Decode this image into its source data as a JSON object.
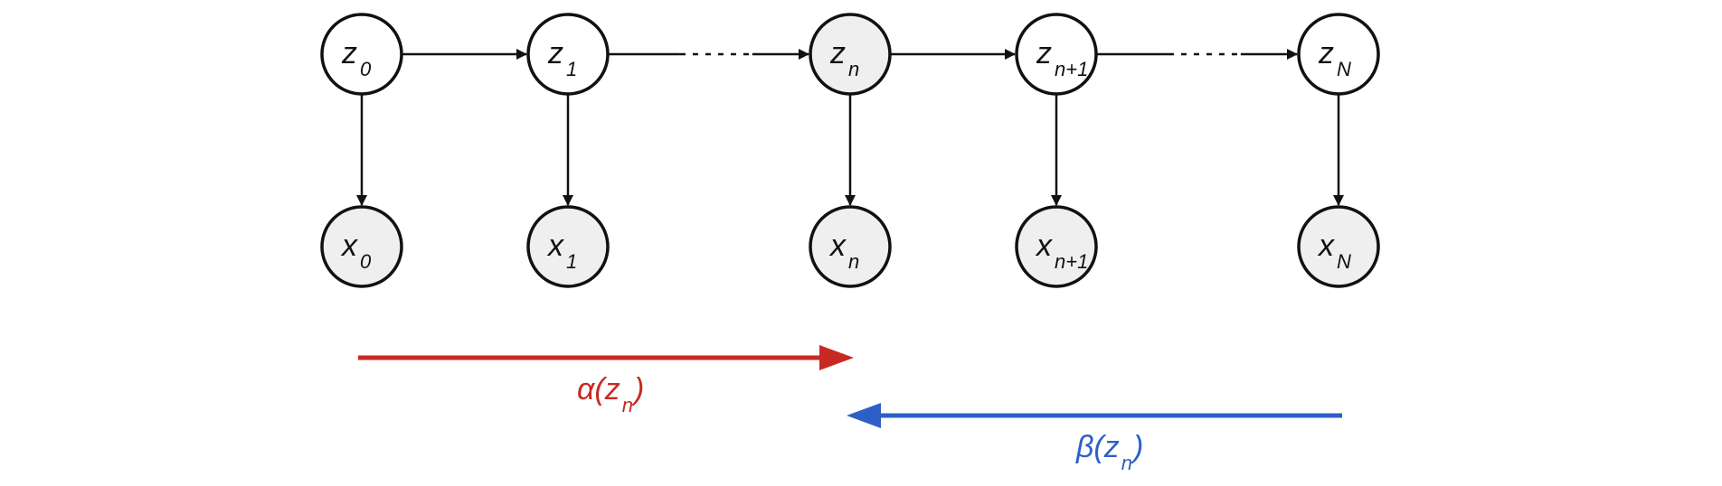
{
  "colors": {
    "node_stroke": "#111111",
    "latent_fill": "#ffffff",
    "latent_observed_fill": "#efefef",
    "observed_fill": "#efefef",
    "edge": "#111111",
    "forward": "#c62a22",
    "backward": "#2c5fc7"
  },
  "latent_nodes": [
    {
      "var": "z",
      "sub": "0",
      "shaded": false
    },
    {
      "var": "z",
      "sub": "1",
      "shaded": false
    },
    {
      "var": "z",
      "sub": "n",
      "shaded": true
    },
    {
      "var": "z",
      "sub": "n+1",
      "shaded": false
    },
    {
      "var": "z",
      "sub": "N",
      "shaded": false
    }
  ],
  "observed_nodes": [
    {
      "var": "x",
      "sub": "0"
    },
    {
      "var": "x",
      "sub": "1"
    },
    {
      "var": "x",
      "sub": "n"
    },
    {
      "var": "x",
      "sub": "n+1"
    },
    {
      "var": "x",
      "sub": "N"
    }
  ],
  "flows": {
    "forward": {
      "fn": "α(z",
      "sub": "n",
      "close": ")"
    },
    "backward": {
      "fn": "β(z",
      "sub": "n",
      "close": ")"
    }
  }
}
